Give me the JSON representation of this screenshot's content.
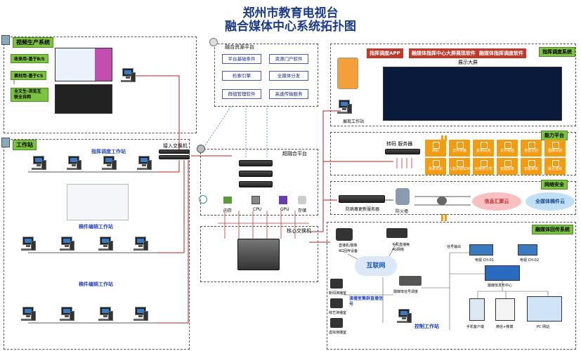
{
  "title": {
    "line1": "郑州市教育电视台",
    "line2": "融合媒体中心系统拓扑图"
  },
  "zones": {
    "video_production": {
      "label": "视频生产系统",
      "items": [
        "收录用-基于B/S",
        "素材用-基于CS",
        "全文生-浏览互联全自网"
      ]
    },
    "resource_platform": {
      "label": "融合资源平台",
      "services": [
        "平台基础条件",
        "资源门户软件",
        "检索引擎",
        "全媒体分发",
        "群组管理软件",
        "高速传输服务"
      ]
    },
    "workstation": {
      "label": "工作站",
      "sections": [
        "指挥调度工作站",
        "稿件编辑工作站",
        "稿件编辑工作站"
      ]
    },
    "access_switch": {
      "label": "接入交换机"
    },
    "convergence_platform": {
      "label": "超融合平台",
      "components": [
        "内存",
        "CPU",
        "GPU",
        "存储"
      ]
    },
    "core_switch": {
      "label": "核心交换机"
    },
    "command_system": {
      "label": "指挥调度系统",
      "apps": [
        "指挥调度APP",
        "融媒体指挥中心大屏展现软件",
        "融媒体指挥调度软件"
      ],
      "screen_label": "展示大屏",
      "station_label": "展现工作站"
    },
    "capability_platform": {
      "label": "能力平台",
      "server_label": "转码 服务器",
      "modules": [
        "转码",
        "文件传输",
        "拆条码流",
        "文件校验",
        "语音识别",
        "图像识别",
        "场景识别",
        "人脸识别SDK",
        "全媒体分发",
        "智能拆条",
        "智能审核",
        "融合渲染"
      ]
    },
    "network_security": {
      "label": "网络安全",
      "server_label": "防病毒更新服务器",
      "firewall_label": "防火墙",
      "cloud1": "信息汇聚云",
      "cloud2": "全媒体稿件云"
    },
    "return_system": {
      "label": "融媒体回传系统",
      "internet_label": "互联网",
      "signal_label": "信号输出",
      "camera1": "直播机/摄像",
      "camera1_sub": "4G回传设备",
      "phone_label": "手机直播等",
      "phone_sub": "4G网络",
      "studio_title": "演播室集群直播信号",
      "studio1": "新闻演播室",
      "studio2": "综艺演播室",
      "studio3": "虚拟演播室",
      "signal_schedule": "融媒体信号调度",
      "control_station": "控制工作站",
      "tv1": "电视 CH-01",
      "tv2": "电视 CH-02",
      "hub": "融媒体发布中心",
      "out1": "手机客户端",
      "out2": "微信+微博",
      "out3": "PC 网站"
    }
  }
}
